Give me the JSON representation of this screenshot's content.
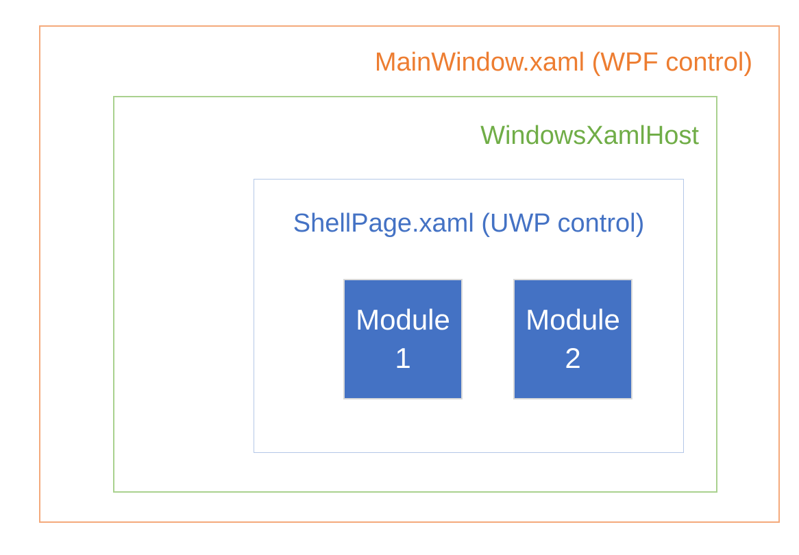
{
  "diagram": {
    "background_color": "#FFFFFF",
    "outer_box": {
      "label": "MainWindow.xaml (WPF control)",
      "text_color": "#ED7D31",
      "border_color": "#F4A97B"
    },
    "middle_box": {
      "label": "WindowsXamlHost",
      "text_color": "#70AD47",
      "border_color": "#A9D18E"
    },
    "inner_box": {
      "label": "ShellPage.xaml (UWP control)",
      "text_color": "#4472C4",
      "border_color": "#B4C7E7"
    },
    "modules": [
      {
        "label_line1": "Module",
        "label_line2": "1",
        "fill_color": "#4472C4",
        "text_color": "#FFFFFF",
        "border_color": "#D9D9D9"
      },
      {
        "label_line1": "Module",
        "label_line2": "2",
        "fill_color": "#4472C4",
        "text_color": "#FFFFFF",
        "border_color": "#D9D9D9"
      }
    ]
  }
}
